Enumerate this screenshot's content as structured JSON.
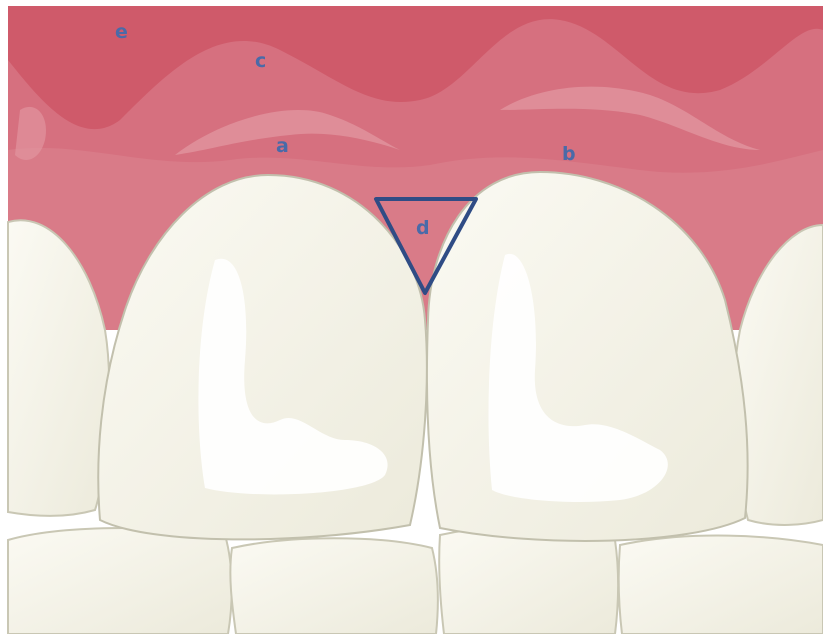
{
  "labels": {
    "e": "e",
    "c": "c",
    "a": "a",
    "b": "b",
    "d": "d"
  },
  "colors": {
    "gum_dark": "#cf5a6a",
    "gum_mid": "#d6707f",
    "gum_light": "#e08a95",
    "tooth": "#f6f4ea",
    "tooth_shadow": "#e6e4d4",
    "tooth_outline": "#c9c7b4",
    "label": "#4a6aa8",
    "triangle_stroke": "#2f4c85"
  }
}
